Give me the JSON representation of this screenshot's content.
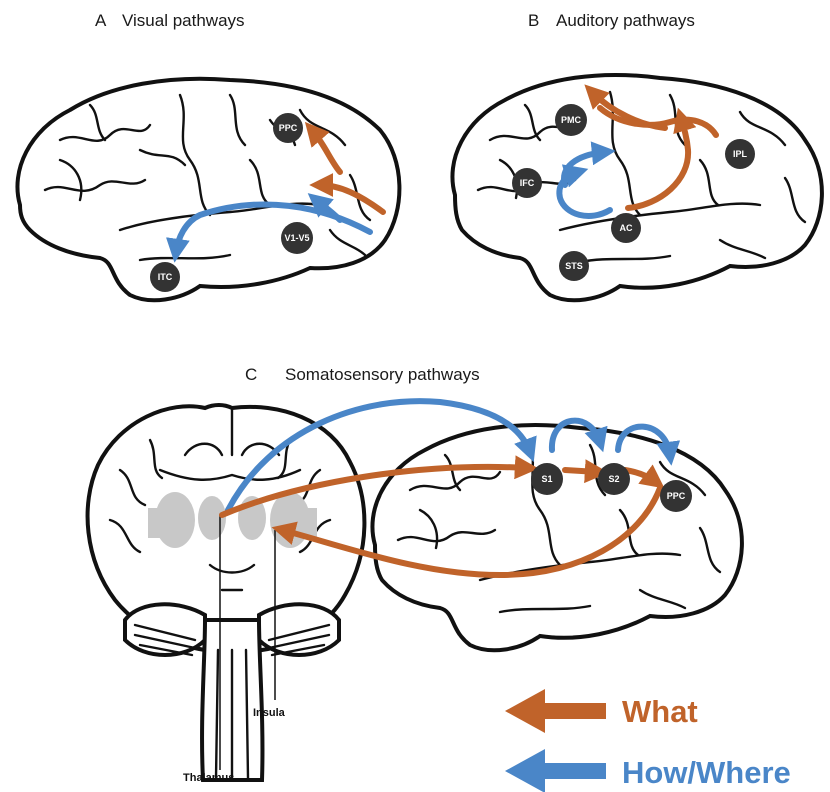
{
  "panels": {
    "a": {
      "letter": "A",
      "title": "Visual pathways"
    },
    "b": {
      "letter": "B",
      "title": "Auditory pathways"
    },
    "c": {
      "letter": "C",
      "title": "Somatosensory pathways"
    }
  },
  "nodes": {
    "a_ppc": "PPC",
    "a_v1v5": "V1-V5",
    "a_itc": "ITC",
    "b_pmc": "PMC",
    "b_ipl": "IPL",
    "b_ifc": "IFC",
    "b_ac": "AC",
    "b_sts": "STS",
    "c_s1": "S1",
    "c_s2": "S2",
    "c_ppc": "PPC"
  },
  "anatomy_labels": {
    "insula": "Insula",
    "thalamus": "Thalamus"
  },
  "legend": {
    "what": {
      "label": "What",
      "color": "#c0632a"
    },
    "how_where": {
      "label": "How/Where",
      "color": "#4a86c8"
    }
  },
  "colors": {
    "node_fill": "#333333",
    "outline": "#111111",
    "gray_matter": "#c8c8c8"
  }
}
